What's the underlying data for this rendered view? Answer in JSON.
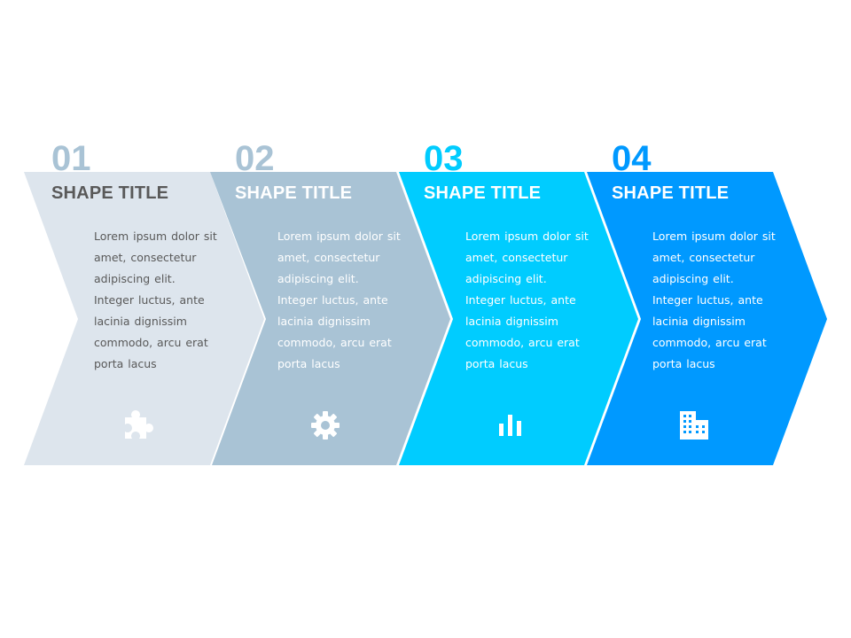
{
  "steps": [
    {
      "number": "01",
      "title": "SHAPE TITLE",
      "body": "Lorem ipsum dolor sit amet, consectetur adipiscing elit. Integer luctus, ante lacinia dignissim commodo, arcu erat porta lacus",
      "icon": "puzzle-icon",
      "fill": "#dde5ed",
      "number_color": "#a9c3d5",
      "title_color": "#595959",
      "text_color": "#595959"
    },
    {
      "number": "02",
      "title": "SHAPE TITLE",
      "body": "Lorem ipsum dolor sit amet, consectetur adipiscing elit. Integer luctus, ante lacinia dignissim commodo, arcu erat porta lacus",
      "icon": "gear-icon",
      "fill": "#a9c3d5",
      "number_color": "#a9c3d5",
      "title_color": "#ffffff",
      "text_color": "#ffffff"
    },
    {
      "number": "03",
      "title": "SHAPE TITLE",
      "body": "Lorem ipsum dolor sit amet, consectetur adipiscing elit. Integer luctus, ante lacinia dignissim commodo, arcu erat porta lacus",
      "icon": "bar-chart-icon",
      "fill": "#00ccff",
      "number_color": "#00ccff",
      "title_color": "#ffffff",
      "text_color": "#ffffff"
    },
    {
      "number": "04",
      "title": "SHAPE TITLE",
      "body": "Lorem ipsum dolor sit amet, consectetur adipiscing elit. Integer luctus, ante lacinia dignissim commodo, arcu erat porta lacus",
      "icon": "building-icon",
      "fill": "#0099ff",
      "number_color": "#0099ff",
      "title_color": "#ffffff",
      "text_color": "#ffffff"
    }
  ]
}
